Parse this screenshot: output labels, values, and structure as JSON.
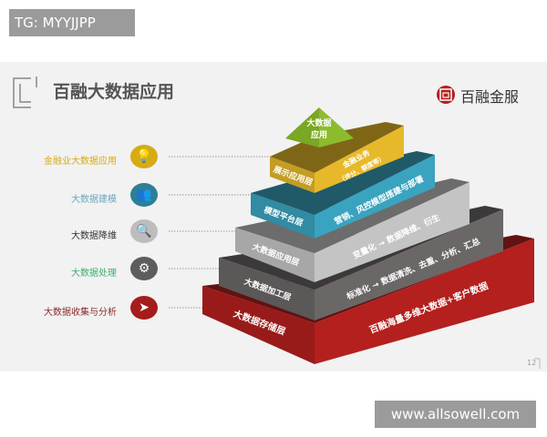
{
  "watermark_tl": "TG: MYYJJPP",
  "watermark_br": "www.allsowell.com",
  "title": "百融大数据应用",
  "brand": {
    "name": "百融金服",
    "logo_glyph": "G",
    "color": "#b3201e"
  },
  "page_number": "12",
  "apex": {
    "line1": "大数据",
    "line2": "应用",
    "color": "#8dbb2e"
  },
  "layers": [
    {
      "name": "展示应用层",
      "desc": "金融业务",
      "desc2": "（评分、额度等）",
      "color": "#e7b92a"
    },
    {
      "name": "模型平台层",
      "desc": "营销、风控模型搭建与部署",
      "color": "#3aa3bf"
    },
    {
      "name": "大数据应用层",
      "desc": "变量化 → 数据降维、衍生",
      "color": "#c4c4c4"
    },
    {
      "name": "大数据加工层",
      "desc": "标准化 → 数据清洗、去重、分析、汇总",
      "color": "#6b6767"
    },
    {
      "name": "大数据存储层",
      "desc": "百融海量多维大数据+客户数据",
      "color": "#b3201e"
    }
  ],
  "legend": [
    {
      "label": "金融业大数据应用",
      "icon": "lightbulb-icon",
      "glyph": "💡",
      "color": "#d6ab16",
      "text_color": "#d6ab16"
    },
    {
      "label": "大数据建模",
      "icon": "users-icon",
      "glyph": "👥",
      "color": "#2e7f96",
      "text_color": "#6aa7bd"
    },
    {
      "label": "大数据降维",
      "icon": "search-icon",
      "glyph": "🔍",
      "color": "#bdbdbd",
      "text_color": "#333333"
    },
    {
      "label": "大数据处理",
      "icon": "gear-icon",
      "glyph": "⚙",
      "color": "#5e5c5c",
      "text_color": "#3fae6b"
    },
    {
      "label": "大数据收集与分析",
      "icon": "paper-plane-icon",
      "glyph": "➤",
      "color": "#a51c1c",
      "text_color": "#8a2a2a"
    }
  ]
}
